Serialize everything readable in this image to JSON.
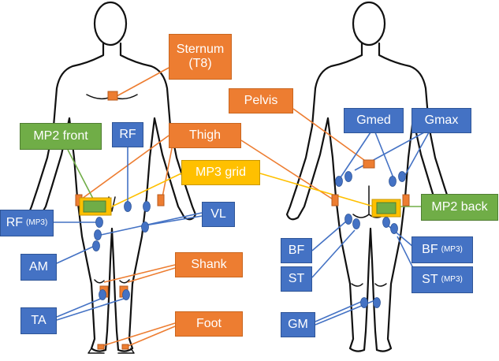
{
  "colors": {
    "orange": "#ED7D31",
    "blue": "#4472C4",
    "green": "#70AD47",
    "yellow": "#FFC000",
    "emg": "#4472C4",
    "outline": "#111111"
  },
  "labels": {
    "sternum": "Sternum",
    "sternum_sub": "(T8)",
    "pelvis": "Pelvis",
    "gmed": "Gmed",
    "gmax": "Gmax",
    "mp2_front": "MP2 front",
    "rf": "RF",
    "thigh": "Thigh",
    "mp3_grid": "MP3 grid",
    "rf_mp3": "RF",
    "vl": "VL",
    "am": "AM",
    "shank": "Shank",
    "ta": "TA",
    "foot": "Foot",
    "mp2_back": "MP2 back",
    "bf": "BF",
    "bf_mp3": "BF",
    "st": "ST",
    "st_mp3": "ST",
    "gm": "GM",
    "mp3_suffix": "(MP3)"
  }
}
